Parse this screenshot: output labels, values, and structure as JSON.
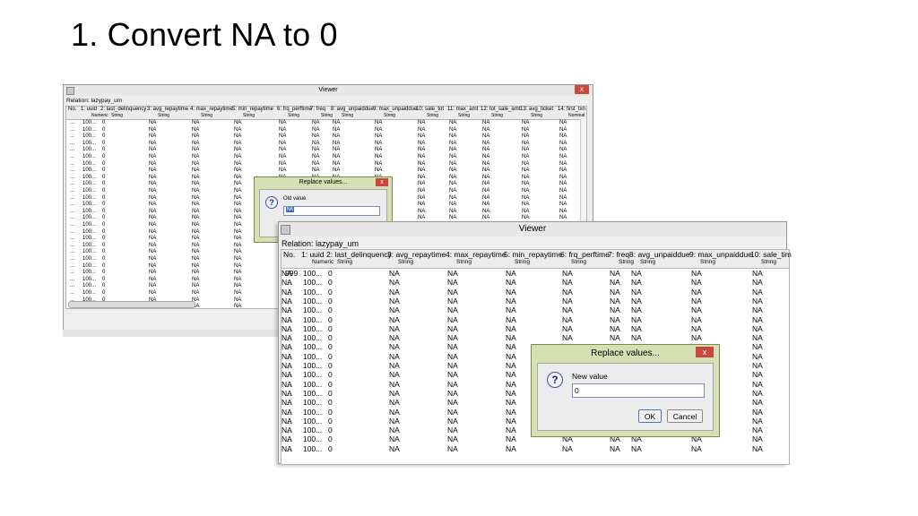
{
  "slide": {
    "title": "1. Convert NA to 0"
  },
  "viewer_back": {
    "title": "Viewer",
    "relation": "Relation: lazypay_um",
    "close_symbol": "x",
    "columns": [
      {
        "name": "No.",
        "type": ""
      },
      {
        "name": "1: uuid",
        "type": "Numeric"
      },
      {
        "name": "2: last_delinquency",
        "type": "String"
      },
      {
        "name": "3: avg_repaytime",
        "type": "String"
      },
      {
        "name": "4: max_repaytime",
        "type": "String"
      },
      {
        "name": "5: min_repaytime",
        "type": "String"
      },
      {
        "name": "6: frq_perftime",
        "type": "String"
      },
      {
        "name": "7: freq",
        "type": "String"
      },
      {
        "name": "8: avg_unpaiddue",
        "type": "String"
      },
      {
        "name": "9: max_unpaiddue",
        "type": "String"
      },
      {
        "name": "10: sale_tot",
        "type": "String"
      },
      {
        "name": "11: max_amt",
        "type": "String"
      },
      {
        "name": "12: tot_sale_amt",
        "type": "String"
      },
      {
        "name": "13: avg_ticket",
        "type": "String"
      },
      {
        "name": "14: first_txn",
        "type": "Nominal"
      }
    ],
    "row_template": [
      "...",
      "100...",
      "0",
      "NA",
      "NA",
      "NA",
      "NA",
      "NA",
      "NA",
      "NA",
      "NA",
      "NA",
      "NA",
      "NA",
      "NA"
    ],
    "row_count": 28
  },
  "viewer_front": {
    "title": "Viewer",
    "relation": "Relation: lazypay_um",
    "columns": [
      {
        "name": "No.",
        "type": ""
      },
      {
        "name": "1: uuid",
        "type": "Numeric"
      },
      {
        "name": "2: last_delinquency",
        "type": "String"
      },
      {
        "name": "3: avg_repaytime",
        "type": "String"
      },
      {
        "name": "4: max_repaytime",
        "type": "String"
      },
      {
        "name": "5: min_repaytime",
        "type": "String"
      },
      {
        "name": "6: frq_perftime",
        "type": "String"
      },
      {
        "name": "7: freq",
        "type": "String"
      },
      {
        "name": "8: avg_unpaiddue",
        "type": "String"
      },
      {
        "name": "9: max_unpaiddue",
        "type": "String"
      },
      {
        "name": "10: sale_tim",
        "type": "String"
      }
    ],
    "first_row_marker": "999",
    "row_template": [
      "...",
      "100...",
      "0",
      "NA",
      "NA",
      "NA",
      "NA",
      "NA",
      "NA",
      "NA",
      "NA",
      "NA"
    ],
    "row_count": 20
  },
  "dialog_old": {
    "title": "Replace values...",
    "close_symbol": "x",
    "label": "Old value",
    "value": "NA"
  },
  "dialog_new": {
    "title": "Replace values...",
    "close_symbol": "x",
    "label": "New value",
    "value": "0",
    "ok_label": "OK",
    "cancel_label": "Cancel"
  },
  "icons": {
    "app": "viewer-app-icon",
    "question": "question-icon"
  },
  "colors": {
    "dialog_frame": "#d6e1b3",
    "close_button": "#c9473c",
    "selection": "#3d6bc4"
  }
}
